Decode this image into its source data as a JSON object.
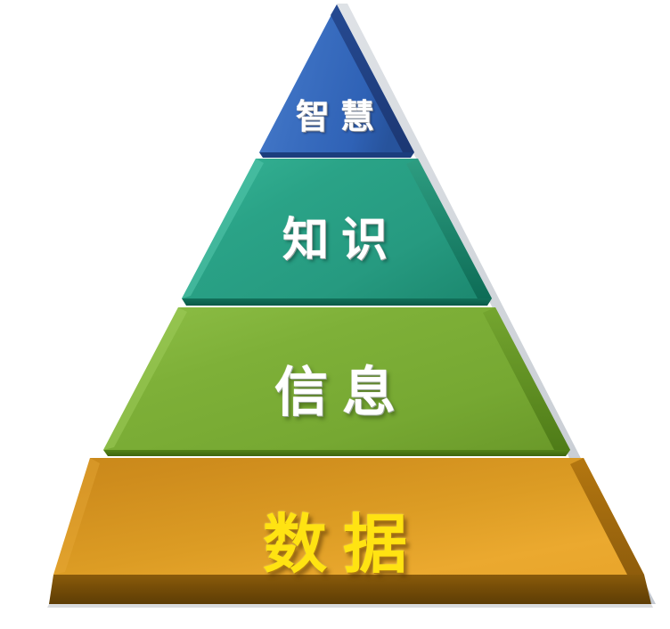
{
  "diagram": {
    "name": "dikw-pyramid",
    "type": "pyramid",
    "orientation": "apex-up",
    "background_color": "#ffffff",
    "tier_count": 4,
    "tiers": [
      {
        "id": "wisdom",
        "level": 4,
        "position": "top",
        "label": "智慧",
        "label_color": "#ffffff",
        "fill_color": "#3b6fc1",
        "fill_color_dark": "#1f3f86",
        "fill_color_light": "#5a8ad4",
        "bevel_color": "#214a92",
        "shape": "triangle"
      },
      {
        "id": "knowledge",
        "level": 3,
        "position": "upper-middle",
        "label": "知识",
        "label_color": "#ffffff",
        "fill_color": "#2aa387",
        "fill_color_dark": "#0f6f59",
        "fill_color_light": "#48c2a5",
        "bevel_color": "#1a8068",
        "shape": "trapezoid"
      },
      {
        "id": "information",
        "level": 2,
        "position": "lower-middle",
        "label": "信息",
        "label_color": "#ffffff",
        "fill_color": "#7eb038",
        "fill_color_dark": "#4e7d16",
        "fill_color_light": "#9ac855",
        "bevel_color": "#5d8c1e",
        "shape": "trapezoid"
      },
      {
        "id": "data",
        "level": 1,
        "position": "bottom",
        "label": "数据",
        "label_color": "#ffe312",
        "fill_color": "#d1901f",
        "fill_color_dark": "#96620d",
        "fill_color_light": "#e8a93a",
        "bevel_color": "#7d5209",
        "shape": "trapezoid"
      }
    ]
  }
}
